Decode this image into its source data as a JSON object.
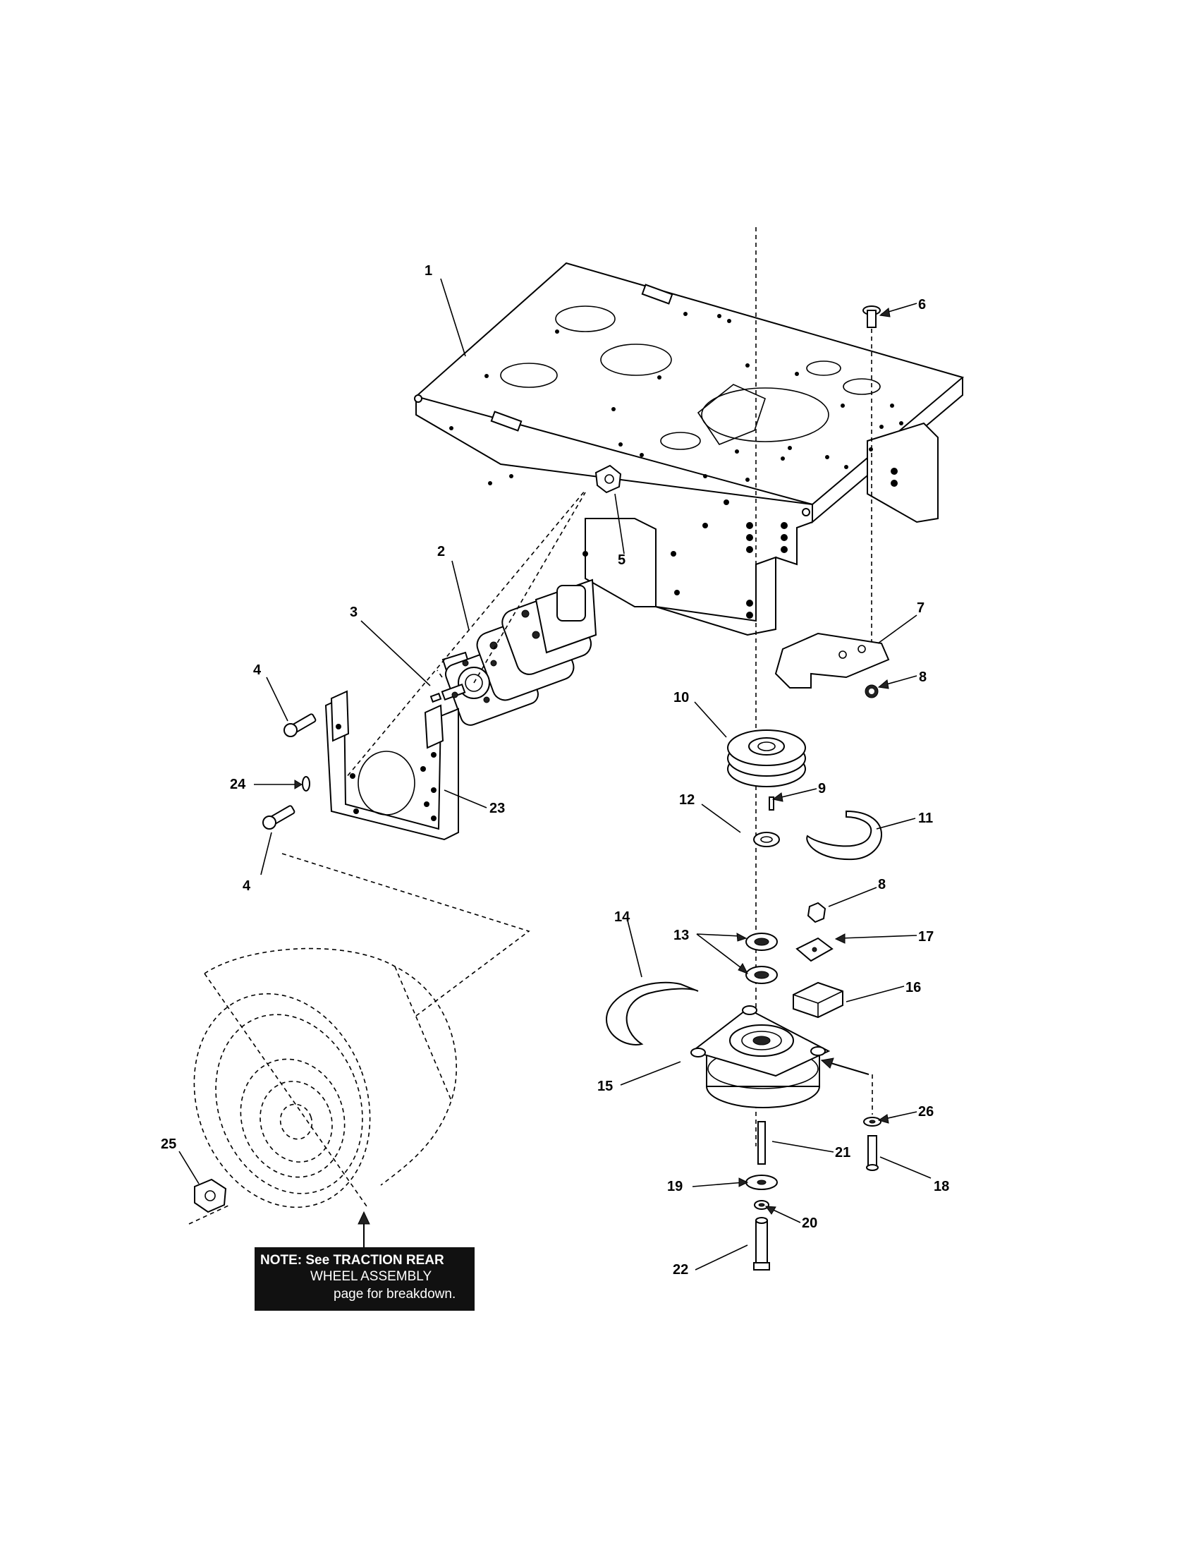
{
  "labels": {
    "p1": "1",
    "p2": "2",
    "p3": "3",
    "p4a": "4",
    "p4b": "4",
    "p5": "5",
    "p6": "6",
    "p7": "7",
    "p8a": "8",
    "p8b": "8",
    "p9": "9",
    "p10": "10",
    "p11": "11",
    "p12": "12",
    "p13": "13",
    "p14": "14",
    "p15": "15",
    "p16": "16",
    "p17": "17",
    "p18": "18",
    "p19": "19",
    "p20": "20",
    "p21": "21",
    "p22": "22",
    "p23": "23",
    "p24": "24",
    "p25": "25",
    "p26": "26"
  },
  "note": {
    "line1": "NOTE: See TRACTION REAR",
    "line2": "WHEEL ASSEMBLY",
    "line3": "page for breakdown."
  }
}
